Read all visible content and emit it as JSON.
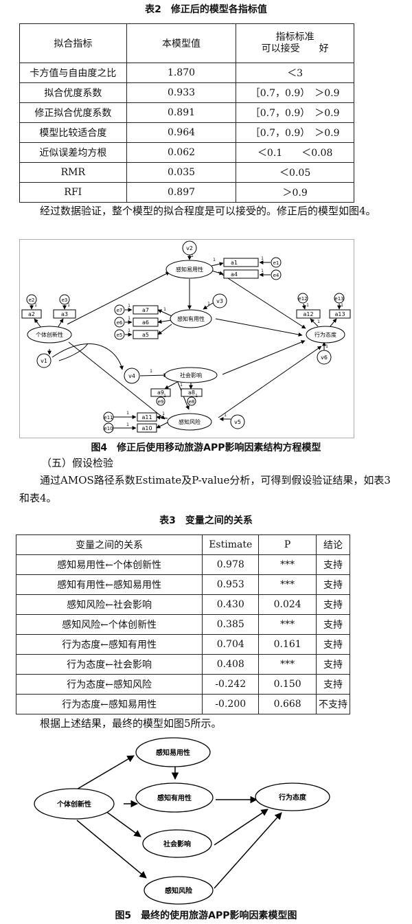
{
  "table2": {
    "caption": "表2　修正后的模型各指标值",
    "header": {
      "c1": "拟合指标",
      "c2": "本模型值",
      "c3_line1": "指标标准",
      "c3_line2": "可以接受　　好"
    },
    "rows": [
      {
        "name": "卡方值与自由度之比",
        "value": "1.870",
        "std": "＜3"
      },
      {
        "name": "拟合优度系数",
        "value": "0.933",
        "std": "［0.7，0.9）　＞0.9"
      },
      {
        "name": "修正拟合优度系数",
        "value": "0.891",
        "std": "［0.7，0.9）　＞0.9"
      },
      {
        "name": "模型比较适合度",
        "value": "0.964",
        "std": "［0.7，0.9）　＞0.9"
      },
      {
        "name": "近似误差均方根",
        "value": "0.062",
        "std": "＜0.1　　＜0.08"
      },
      {
        "name": "RMR",
        "value": "0.035",
        "std": "＜0.05"
      },
      {
        "name": "RFI",
        "value": "0.897",
        "std": "＞0.9"
      }
    ]
  },
  "para1": "经过数据验证，整个模型的拟合程度是可以接受的。修正后的模型如图4。",
  "fig4": {
    "caption": "图4　修正后使用移动旅游APP影响因素结构方程模型",
    "latent": {
      "gz": "感知易用性",
      "yy": "感知有用性",
      "cx": "个体创新性",
      "sh": "社会影响",
      "fx": "感知风险",
      "xw": "行为态度"
    },
    "v": [
      "v1",
      "v2",
      "v3",
      "v4",
      "v5",
      "v6"
    ],
    "a": [
      "a1",
      "a2",
      "a3",
      "a4",
      "a5",
      "a6",
      "a7",
      "a8",
      "a9",
      "a10",
      "a11",
      "a12",
      "a13"
    ],
    "e": [
      "e1",
      "e2",
      "e3",
      "e4",
      "e5",
      "e6",
      "e7",
      "e8",
      "e9",
      "e10",
      "e11",
      "e12",
      "e13"
    ],
    "one": "1"
  },
  "section": "（五）假设检验",
  "para2": "通过AMOS路径系数Estimate及P-value分析，可得到假设验证结果，如表3和表4。",
  "table3": {
    "caption": "表3　变量之间的关系",
    "header": {
      "c1": "变量之间的关系",
      "c2": "Estimate",
      "c3": "P",
      "c4": "结论"
    },
    "rows": [
      {
        "rel": "感知易用性←个体创新性",
        "est": "0.978",
        "p": "***",
        "res": "支持"
      },
      {
        "rel": "感知有用性←感知易用性",
        "est": "0.953",
        "p": "***",
        "res": "支持"
      },
      {
        "rel": "感知风险←社会影响",
        "est": "0.430",
        "p": "0.024",
        "res": "支持"
      },
      {
        "rel": "感知风险←个体创新性",
        "est": "0.385",
        "p": "***",
        "res": "支持"
      },
      {
        "rel": "行为态度←感知有用性",
        "est": "0.704",
        "p": "0.161",
        "res": "支持"
      },
      {
        "rel": "行为态度←社会影响",
        "est": "0.408",
        "p": "***",
        "res": "支持"
      },
      {
        "rel": "行为态度←感知风险",
        "est": "-0.242",
        "p": "0.150",
        "res": "支持"
      },
      {
        "rel": "行为态度←感知易用性",
        "est": "-0.200",
        "p": "0.668",
        "res": "不支持"
      }
    ]
  },
  "para3": "根据上述结果，最终的模型如图5所示。",
  "fig5": {
    "caption": "图5　最终的使用旅游APP影响因素模型图",
    "nodes": {
      "gz": "感知易用性",
      "yy": "感知有用性",
      "cx": "个体创新性",
      "sh": "社会影响",
      "fx": "感知风险",
      "xw": "行为态度"
    }
  }
}
